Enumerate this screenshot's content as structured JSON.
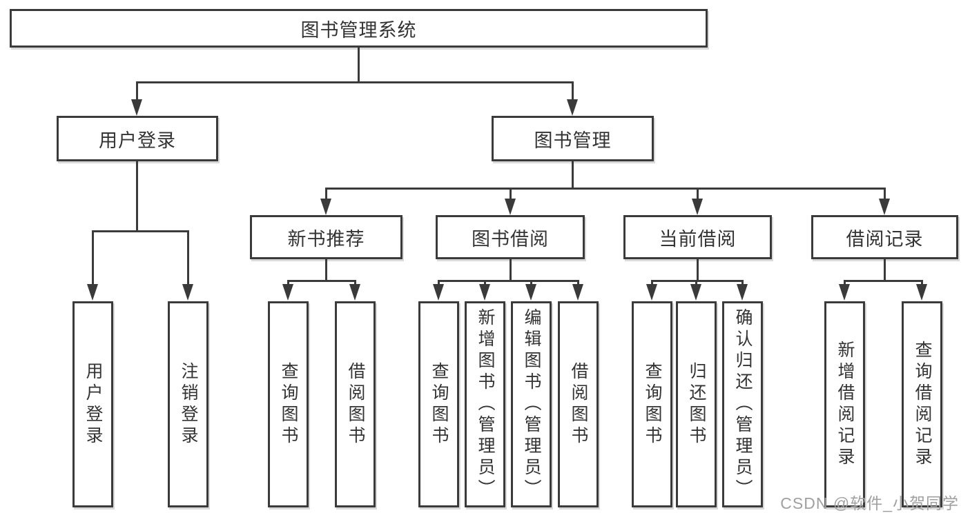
{
  "diagram": {
    "root": {
      "label": "图书管理系统"
    },
    "level2": [
      {
        "label": "用户登录"
      },
      {
        "label": "图书管理"
      }
    ],
    "level3": [
      {
        "label": "新书推荐"
      },
      {
        "label": "图书借阅"
      },
      {
        "label": "当前借阅"
      },
      {
        "label": "借阅记录"
      }
    ],
    "leaves": {
      "user_login": [
        "用户登录",
        "注销登录"
      ],
      "new_book_recommend": [
        "查询图书",
        "借阅图书"
      ],
      "book_borrow": [
        "查询图书",
        "新增图书（管理员）",
        "编辑图书（管理员）",
        "借阅图书"
      ],
      "current_borrow": [
        "查询图书",
        "归还图书",
        "确认归还（管理员）"
      ],
      "borrow_records": [
        "新增借阅记录",
        "查询借阅记录"
      ]
    },
    "watermark": "CSDN @软件_小贺同学",
    "colors": {
      "line": "#3a3a3a",
      "text": "#333333",
      "watermark": "#a0a0a0",
      "background": "#ffffff"
    }
  }
}
